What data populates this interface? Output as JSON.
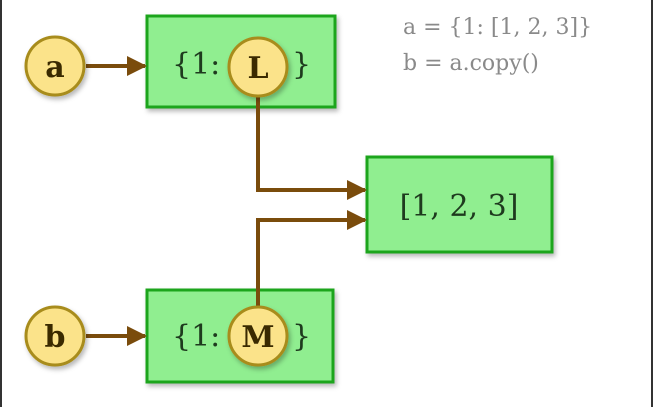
{
  "colors": {
    "box_fill": "#90ee90",
    "box_stroke": "#1fa51f",
    "circle_fill": "#fbe38a",
    "circle_stroke": "#a88c1a",
    "arrow": "#7a4c0c",
    "code_text": "#8a8a8a",
    "frame": "#333333"
  },
  "code": {
    "line1": "a = {1: [1, 2, 3]}",
    "line2": "b = a.copy()"
  },
  "variables": {
    "a": "a",
    "b": "b"
  },
  "dict_a": {
    "prefix": "{1:",
    "ref": "L",
    "suffix": "}"
  },
  "dict_b": {
    "prefix": "{1:",
    "ref": "M",
    "suffix": "}"
  },
  "list": {
    "label": "[1, 2, 3]"
  }
}
